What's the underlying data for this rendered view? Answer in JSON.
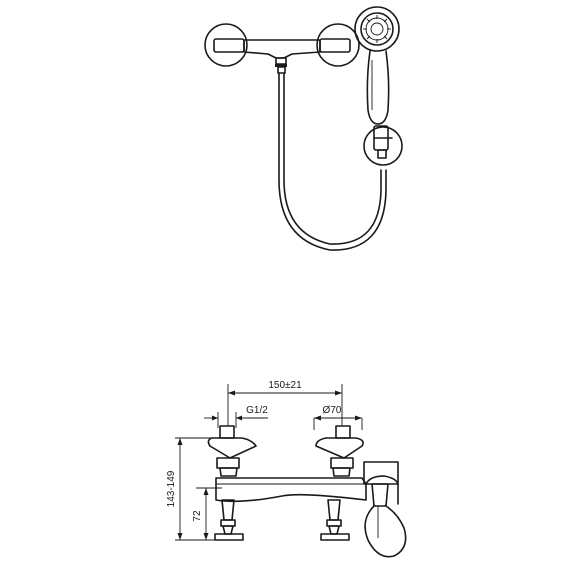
{
  "dimensions": {
    "center_distance": "150±21",
    "inlet_thread": "G1/2",
    "escutcheon_diameter": "Ø70",
    "total_height": "143-149",
    "lower_height": "72"
  },
  "icons": {
    "shower_view": "shower-set-elevation-icon",
    "mixer_view": "wall-mixer-front-icon"
  }
}
